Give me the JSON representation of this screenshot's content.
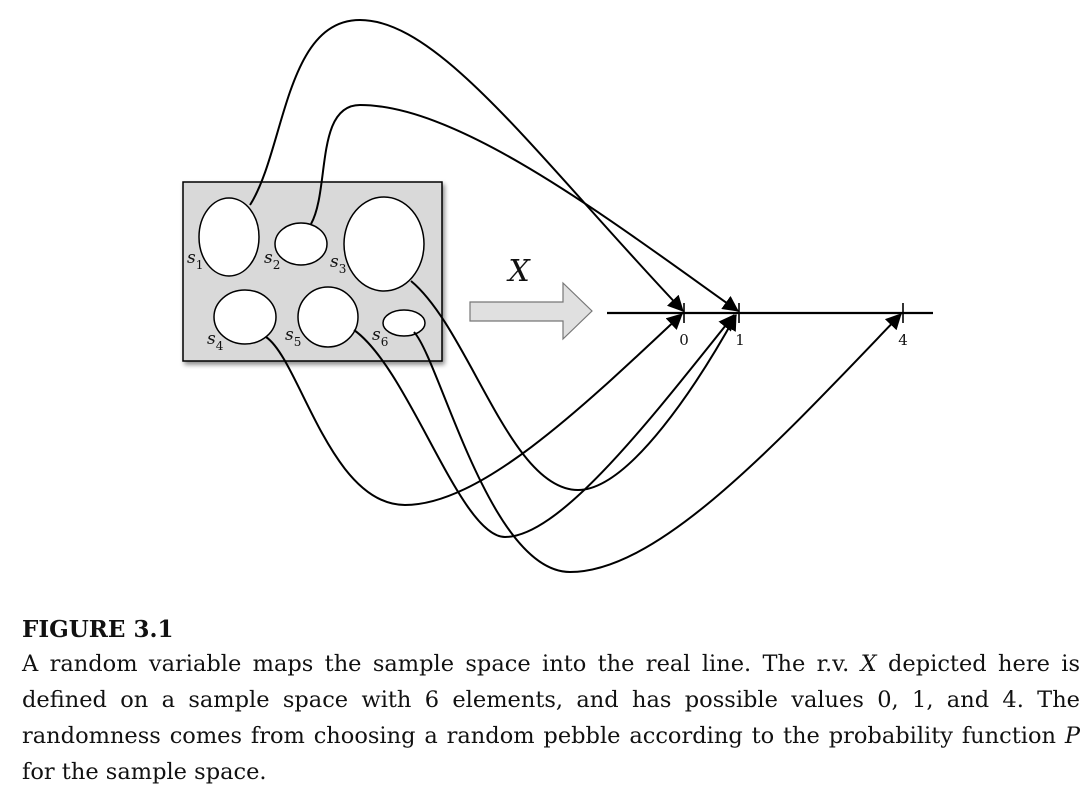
{
  "figure": {
    "sample_space": {
      "pebbles": [
        {
          "letter": "s",
          "index": "1"
        },
        {
          "letter": "s",
          "index": "2"
        },
        {
          "letter": "s",
          "index": "3"
        },
        {
          "letter": "s",
          "index": "4"
        },
        {
          "letter": "s",
          "index": "5"
        },
        {
          "letter": "s",
          "index": "6"
        }
      ]
    },
    "arrow_label": "X",
    "real_line": {
      "ticks": [
        "0",
        "1",
        "4"
      ]
    }
  },
  "caption": {
    "title": "FIGURE 3.1",
    "part1": "A random variable maps the sample space into the real line. The r.v. ",
    "var_x": "X",
    "part2": " depicted here is defined on a sample space with 6 elements, and has possible values 0, 1, and 4. The randomness comes from choosing a random pebble according to the probability function ",
    "var_p": "P",
    "part3": " for the sample space."
  }
}
